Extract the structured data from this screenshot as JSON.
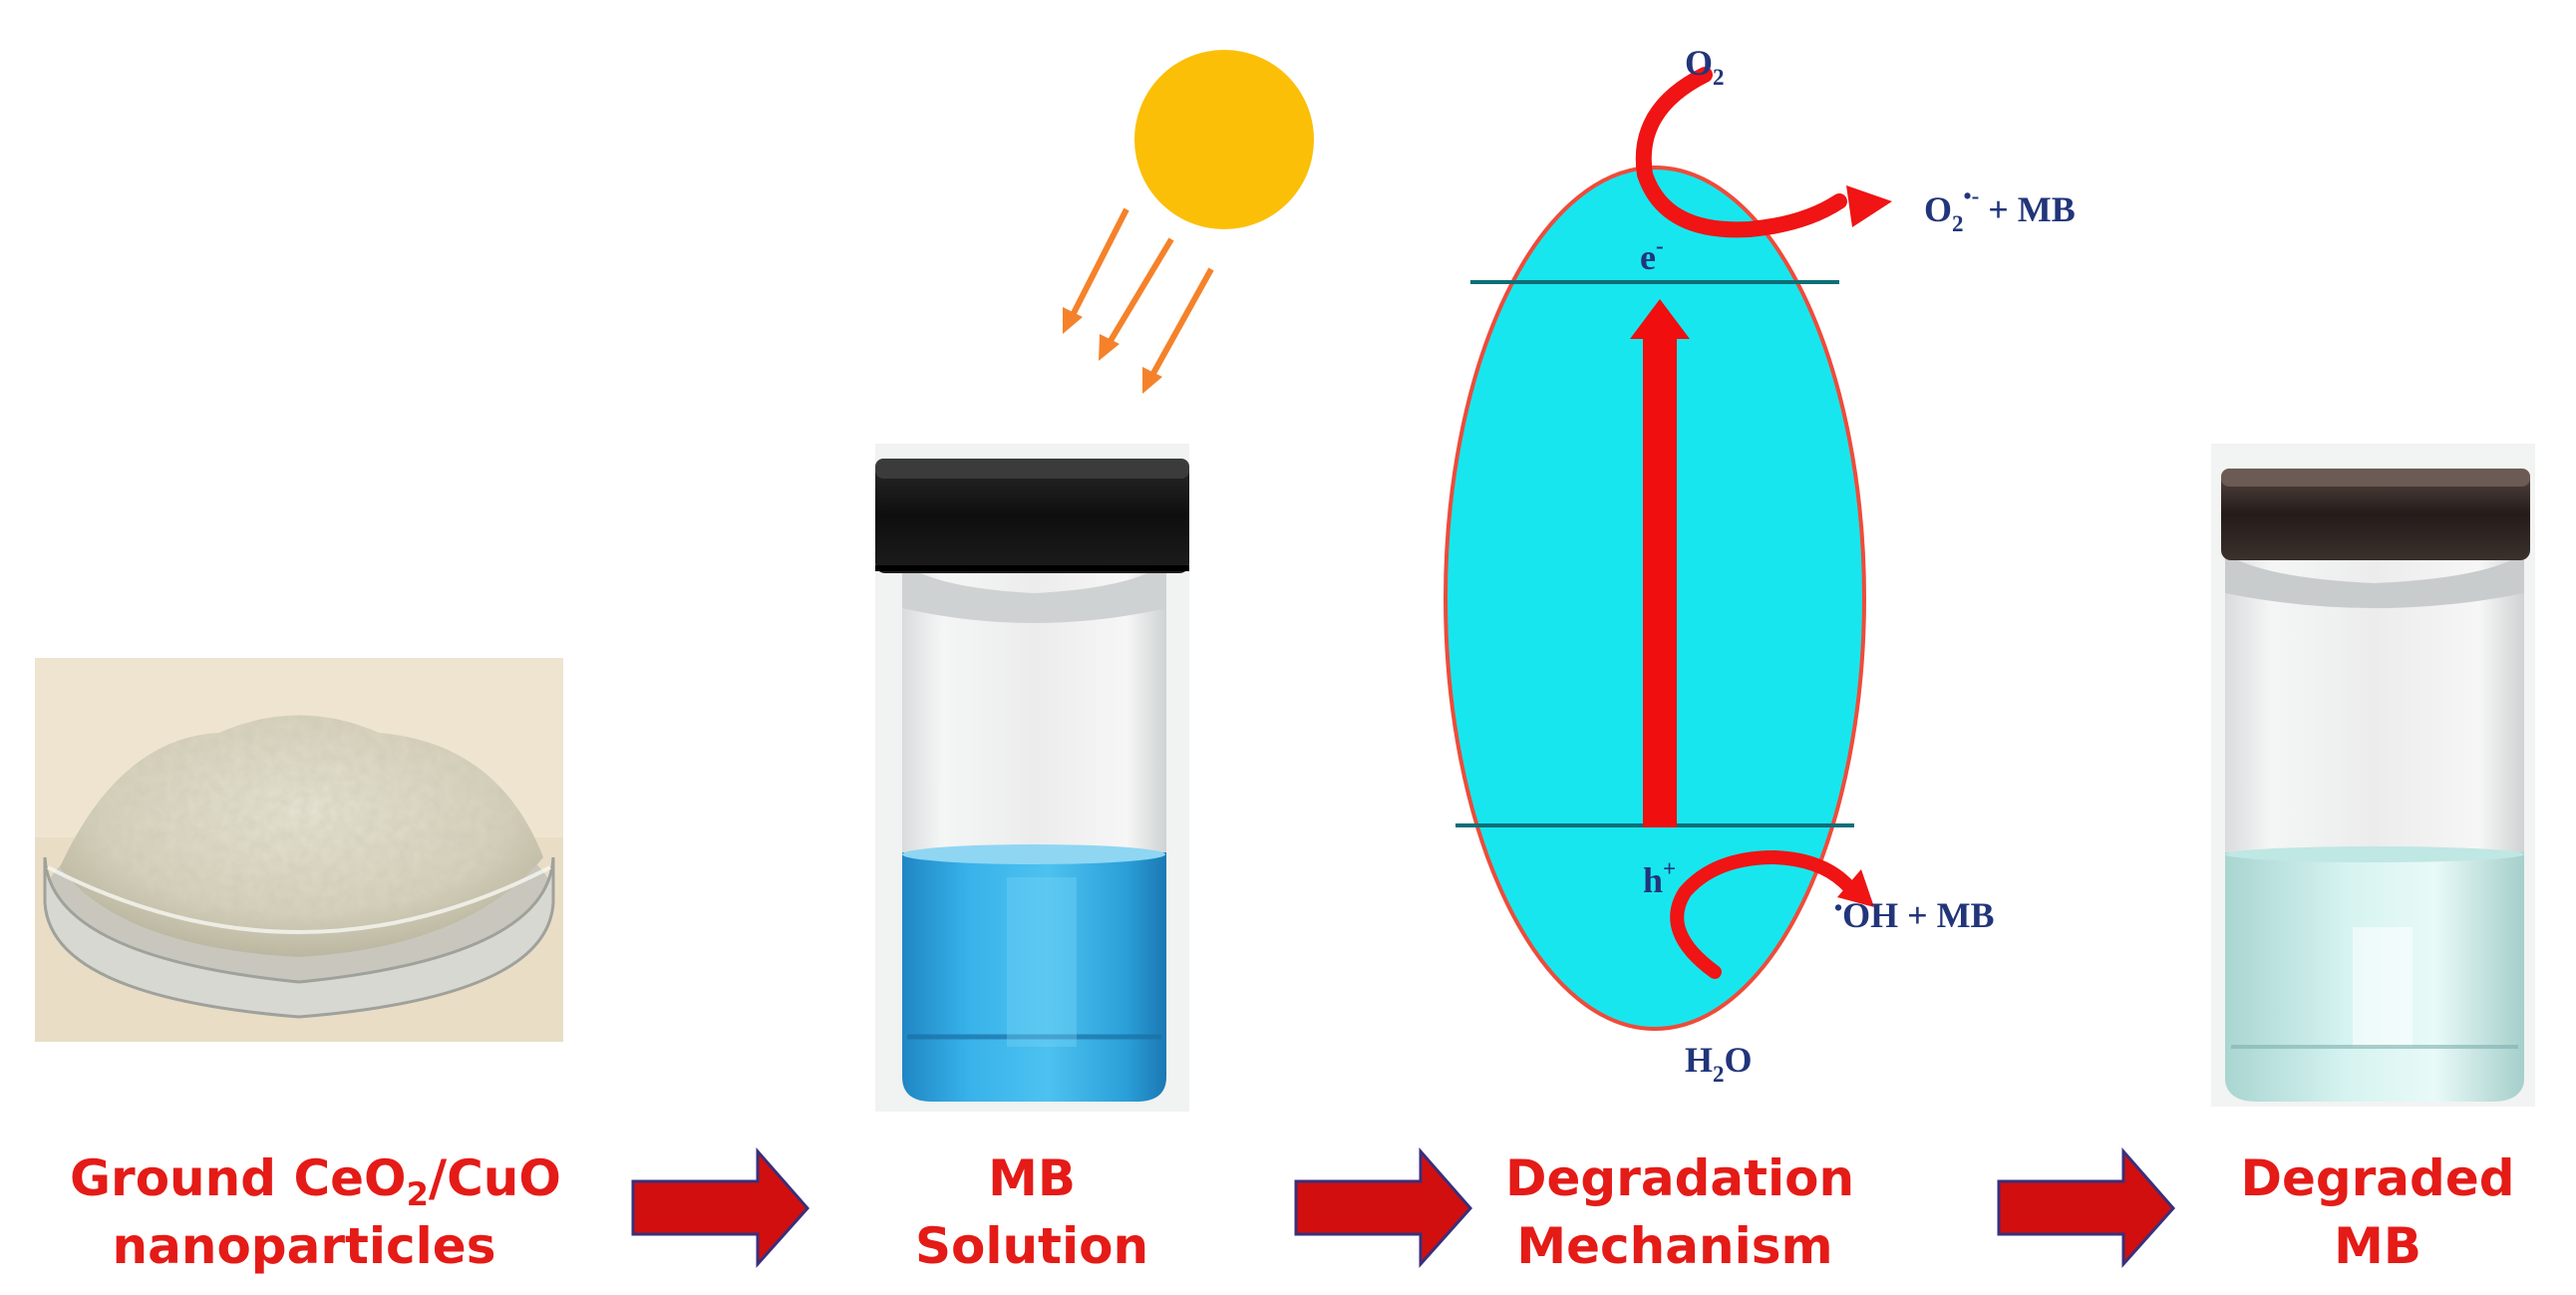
{
  "steps": [
    {
      "line1_pre": "Ground CeO",
      "line1_sub": "2",
      "line1_post": "/CuO",
      "line2": "nanoparticles"
    },
    {
      "line1": "MB",
      "line2": "Solution"
    },
    {
      "line1": "Degradation",
      "line2": "Mechanism"
    },
    {
      "line1": "Degraded",
      "line2": "MB"
    }
  ],
  "mechanism": {
    "o2": {
      "base": "O",
      "sub": "2"
    },
    "superoxide": {
      "base": "O",
      "sub": "2",
      "sup": "•-",
      "rest": " + MB"
    },
    "electron": {
      "base": "e",
      "sup": "-"
    },
    "hole": {
      "base": "h",
      "sup": "+"
    },
    "hydroxyl": {
      "pre": "•",
      "rest": "OH + MB"
    },
    "water": {
      "pre": "H",
      "sub": "2",
      "post": "O"
    }
  },
  "colors": {
    "caption_red": "#e41b17",
    "flow_arrow": "#d10f0f",
    "sun": "#fbbf07",
    "sun_ray": "#f5822a",
    "particle": "#18e6ee",
    "mb_blue": "#2aa3e0",
    "degraded_liquid": "#c9ece9",
    "chem_text": "#22357a"
  },
  "icons": {
    "sun": "sun-icon",
    "flow_arrow": "right-arrow-icon",
    "powder_dish": "petri-dish-photo",
    "vial_blue": "vial-blue-photo",
    "vial_clear": "vial-clear-photo"
  }
}
